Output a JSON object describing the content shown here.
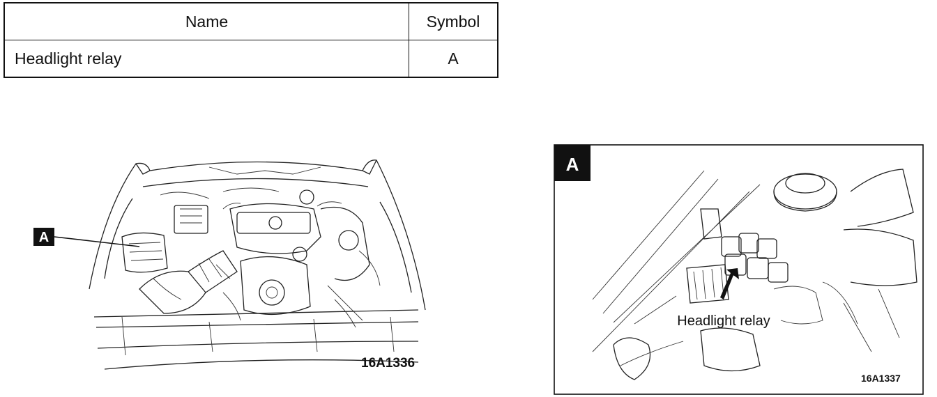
{
  "table": {
    "headers": {
      "name": "Name",
      "symbol": "Symbol"
    },
    "rows": [
      {
        "name": "Headlight relay",
        "symbol": "A"
      }
    ]
  },
  "figure_left": {
    "callout": "A",
    "code": "16A1336"
  },
  "figure_right": {
    "tag": "A",
    "callout": "Headlight relay",
    "code": "16A1337"
  }
}
